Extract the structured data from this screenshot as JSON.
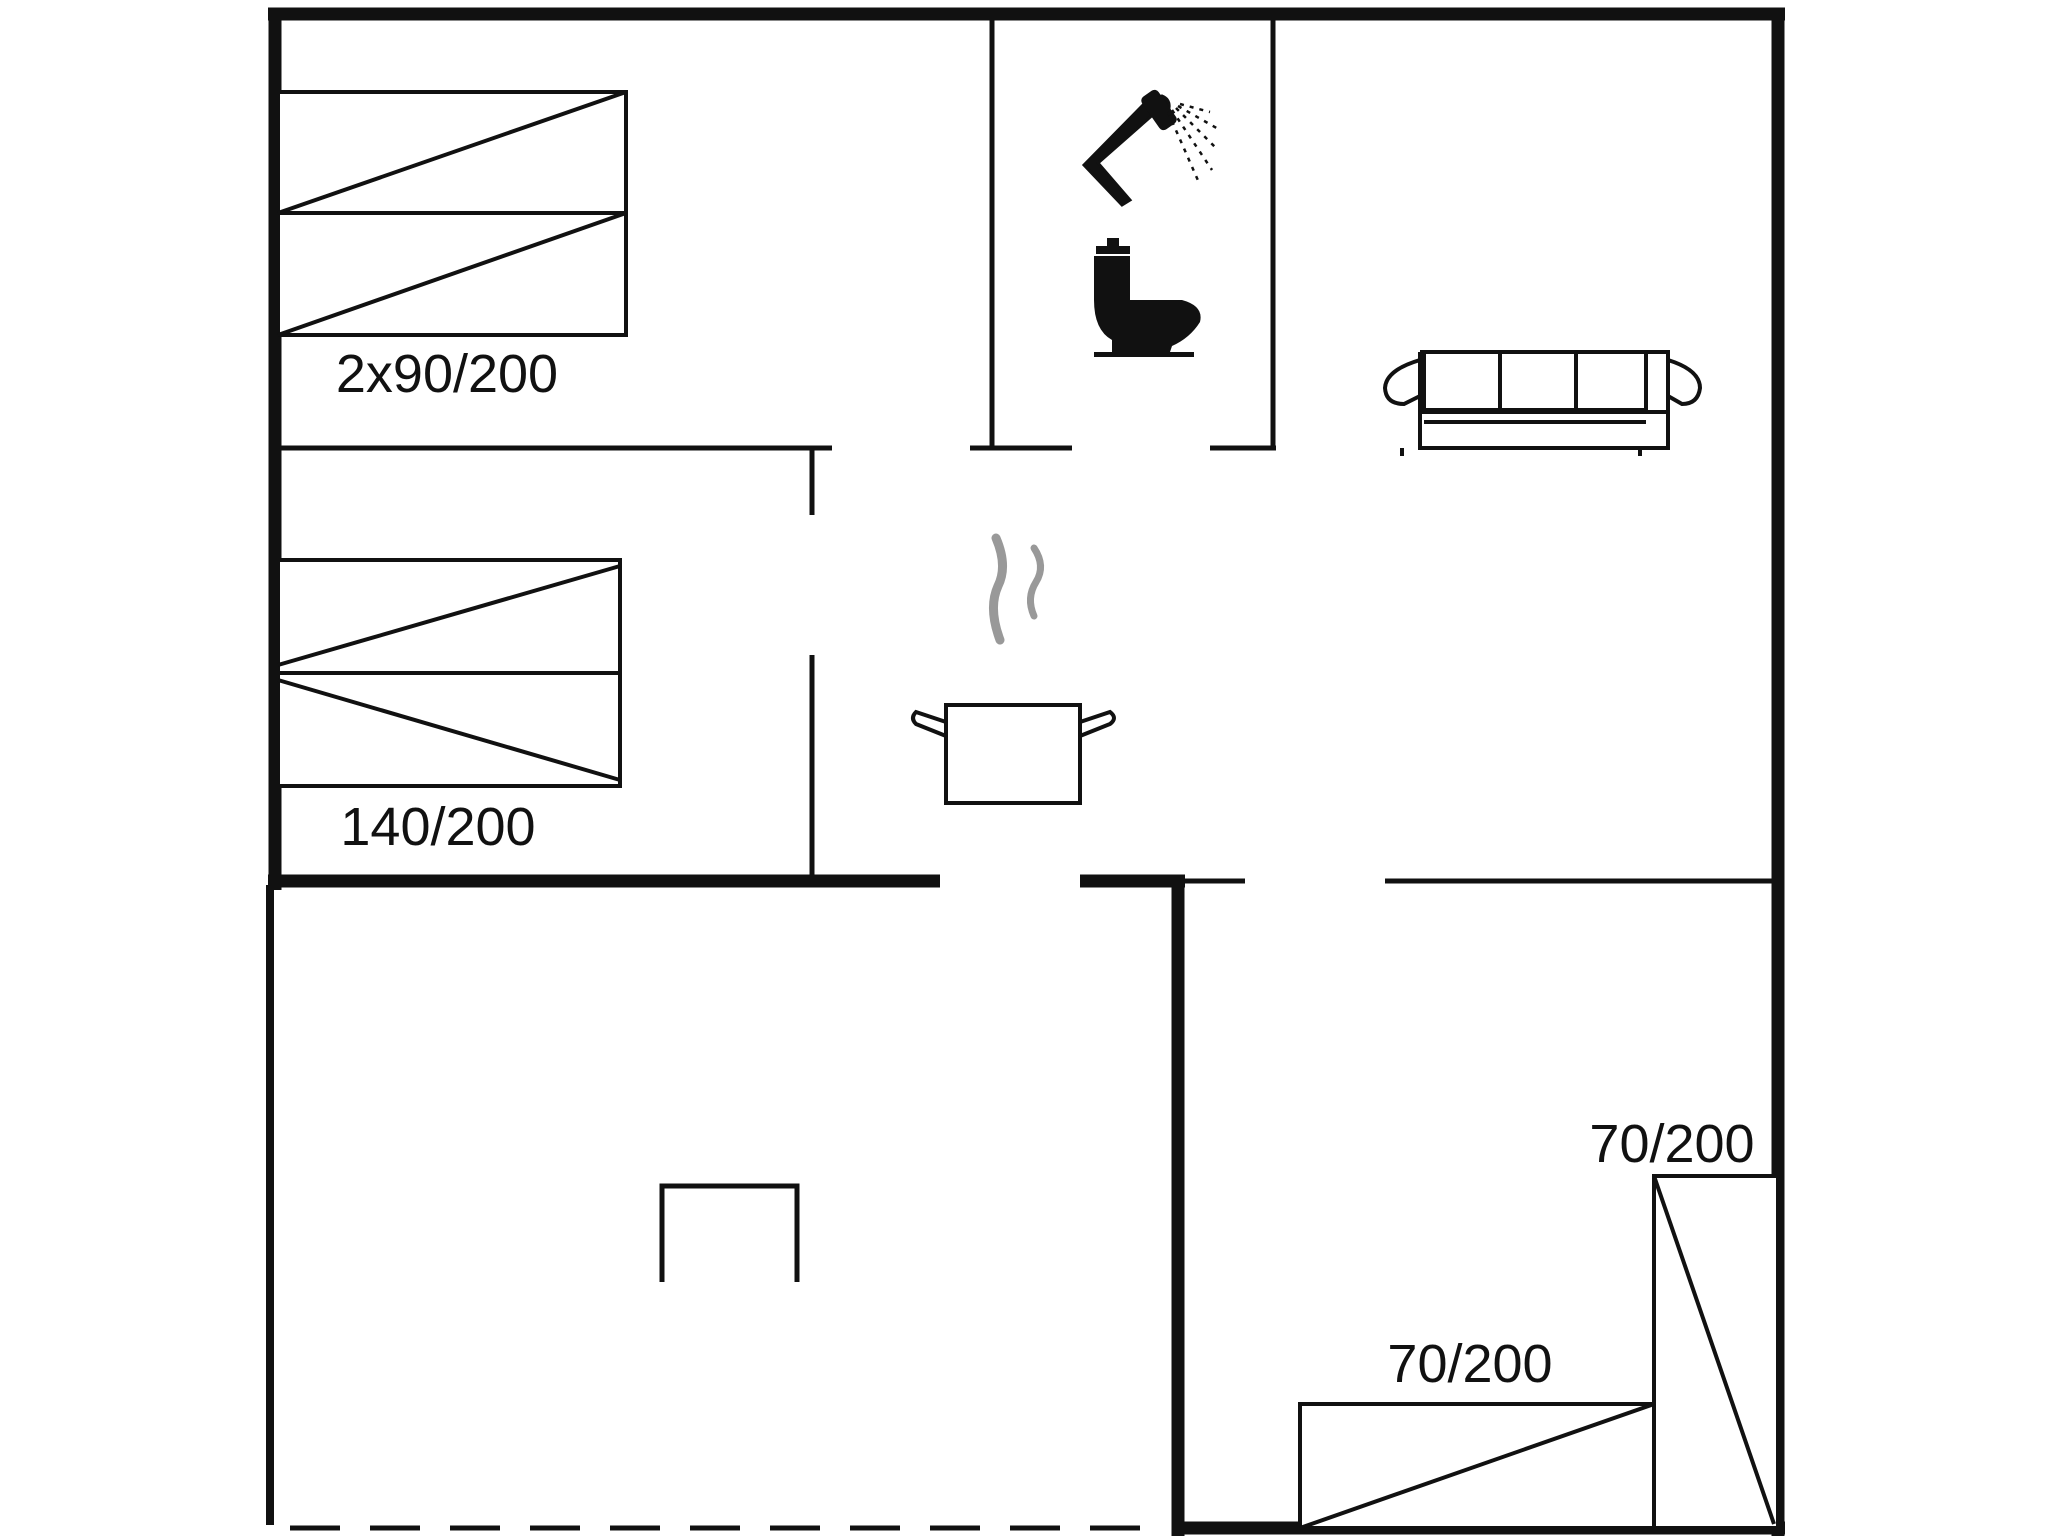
{
  "labels": {
    "bed_twin": "2x90/200",
    "bed_double": "140/200",
    "bed_single_a": "70/200",
    "bed_single_b": "70/200"
  },
  "icons": {
    "shower": "shower-icon",
    "toilet": "toilet-icon",
    "sofa": "sofa-icon",
    "kitchen": "cooking-pot-icon"
  },
  "colors": {
    "walls": "#111111",
    "steam": "#999999",
    "background": "#ffffff"
  }
}
